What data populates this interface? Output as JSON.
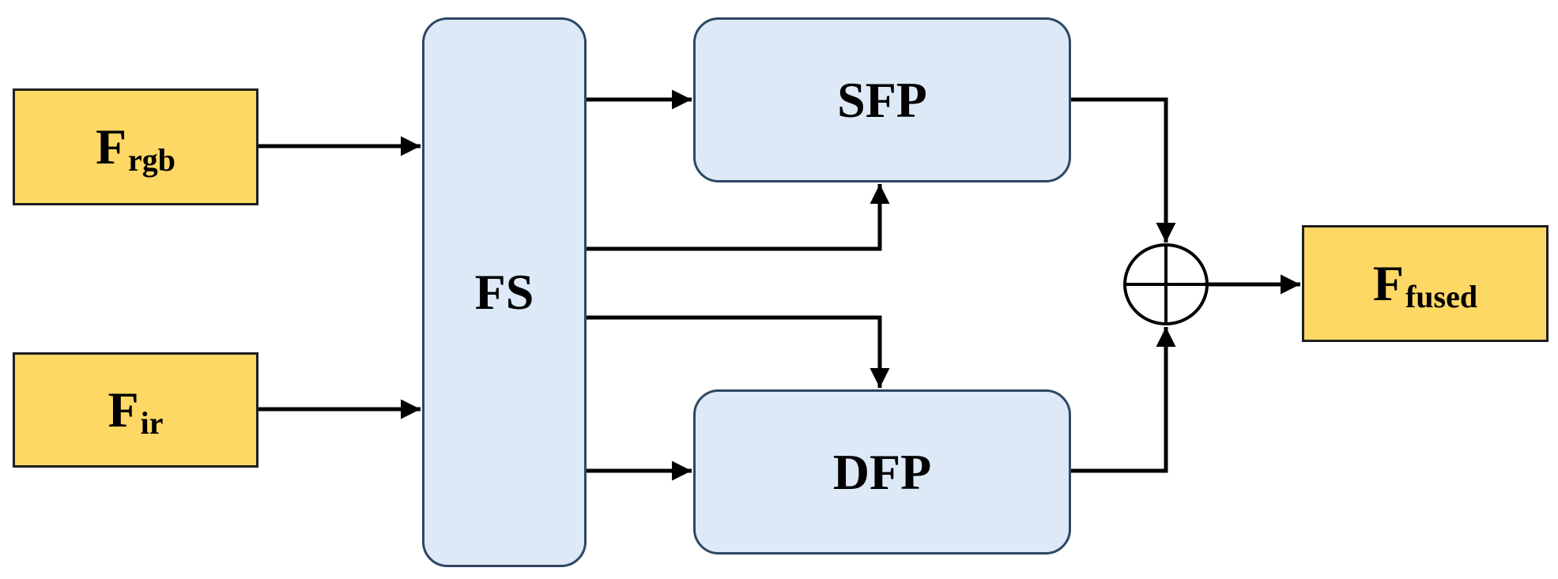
{
  "inputs": {
    "rgb": {
      "main": "F",
      "sub": "rgb"
    },
    "ir": {
      "main": "F",
      "sub": "ir"
    }
  },
  "modules": {
    "fs": "FS",
    "sfp": "SFP",
    "dfp": "DFP"
  },
  "output": {
    "main": "F",
    "sub": "fused"
  },
  "operator": "sum",
  "colors": {
    "io_fill": "#FDD865",
    "module_fill": "#DDE9F6",
    "module_border": "#2E4763",
    "line": "#000000"
  }
}
